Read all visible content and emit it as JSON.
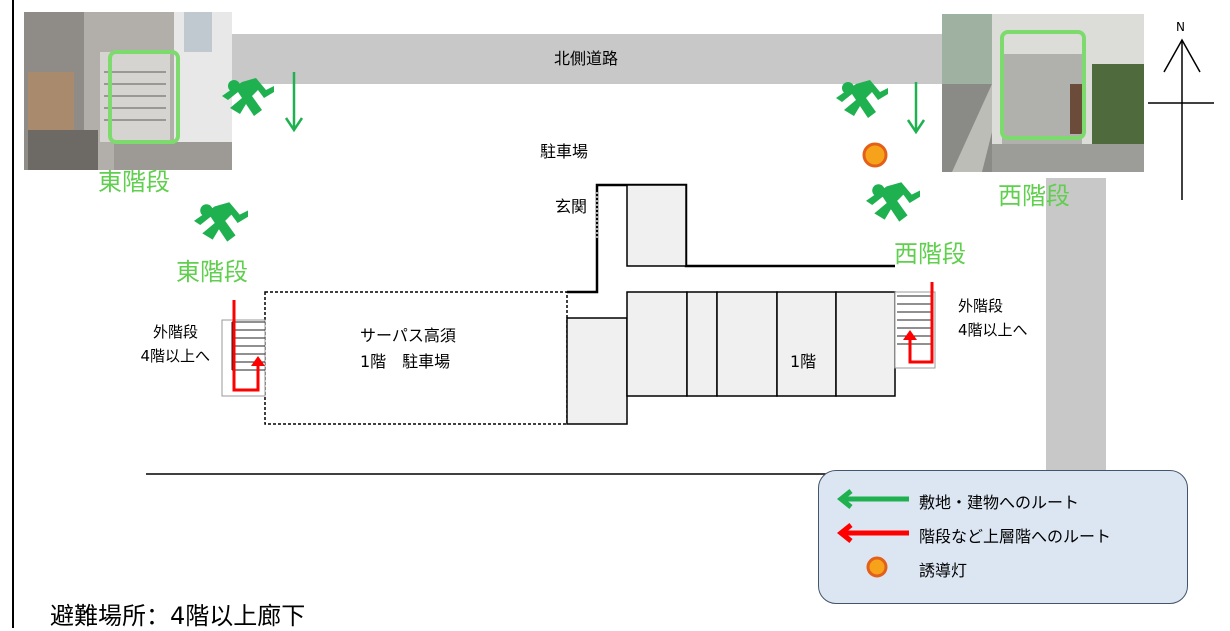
{
  "roads": {
    "north_label": "北側道路"
  },
  "labels": {
    "parking": "駐車場",
    "entrance": "玄関",
    "east_stairs_photo": "東階段",
    "west_stairs_photo": "西階段",
    "east_stairs": "東階段",
    "west_stairs": "西階段",
    "building_line1": "サーパス高須",
    "building_line2": "1階　駐車場",
    "floor1": "1階",
    "outer_stairs_left_1": "外階段",
    "outer_stairs_left_2": "4階以上へ",
    "outer_stairs_right_1": "外階段",
    "outer_stairs_right_2": "4階以上へ",
    "compass_n": "N"
  },
  "legend": {
    "green_route": "敷地・建物へのルート",
    "red_route": "階段など上層階へのルート",
    "guide_light": "誘導灯"
  },
  "footer": {
    "evacuation": "避難場所：4階以上廊下"
  },
  "colors": {
    "route_green": "#1fb050",
    "route_red": "#ff0000",
    "label_green": "#5fcf4d",
    "guide_orange": "#f7a21b",
    "road_gray": "#c8c8c8",
    "legend_bg": "#dce6f2"
  },
  "icons": {
    "runner": "running-person-icon",
    "guide_light": "orange-circle-icon",
    "compass": "north-arrow-icon"
  }
}
